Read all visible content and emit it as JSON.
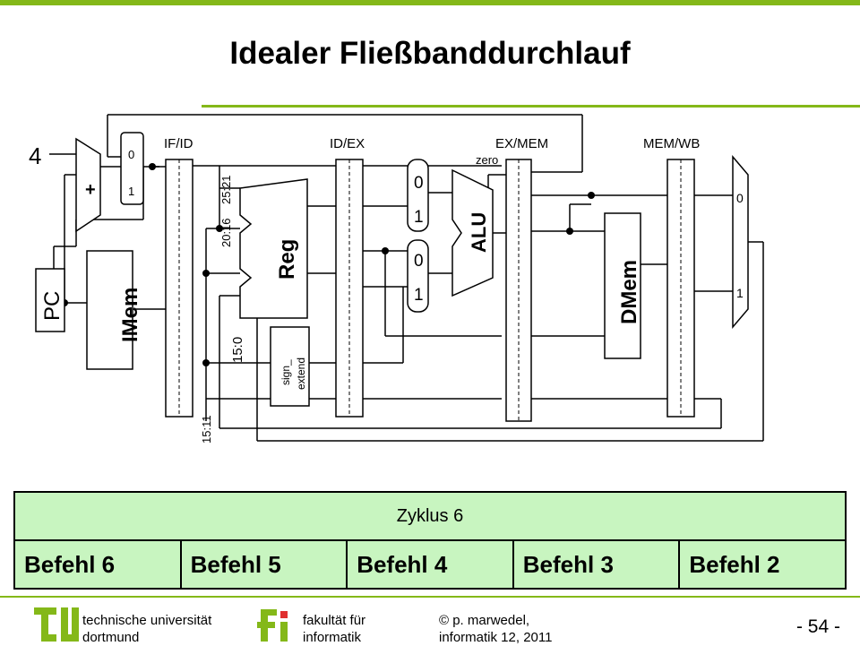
{
  "colors": {
    "accent": "#84b819",
    "tu_green": "#84b819",
    "table_fill": "#c8f5c0"
  },
  "title": "Idealer Fließbanddurchlauf",
  "diagram": {
    "constant_four": "4",
    "adder_label": "+",
    "pc_label": "PC",
    "imem_label": "IMem",
    "reg_label": "Reg",
    "alu_label": "ALU",
    "dmem_label": "DMem",
    "sign_extend_line1": "sign_",
    "sign_extend_line2": "extend",
    "zero_label": "zero",
    "stage_regs": [
      "IF/ID",
      "ID/EX",
      "EX/MEM",
      "MEM/WB"
    ],
    "bits": {
      "rs": "25:21",
      "rt": "20:16",
      "imm": "15:0",
      "rd": "15:11"
    },
    "mux_pc": [
      "0",
      "1"
    ],
    "mux_alu_a": [
      "0",
      "1"
    ],
    "mux_alu_b": [
      "0",
      "1"
    ],
    "mux_wb": [
      "0",
      "1"
    ]
  },
  "cycle_table": {
    "header": "Zyklus 6",
    "cells": [
      "Befehl 6",
      "Befehl 5",
      "Befehl 4",
      "Befehl 3",
      "Befehl 2"
    ]
  },
  "footer": {
    "univ_line1": "technische universität",
    "univ_line2": "dortmund",
    "fak_line1": "fakultät für",
    "fak_line2": "informatik",
    "author_line1": "© p. marwedel,",
    "author_line2": "informatik 12,  2011",
    "page": "- 54 -"
  }
}
